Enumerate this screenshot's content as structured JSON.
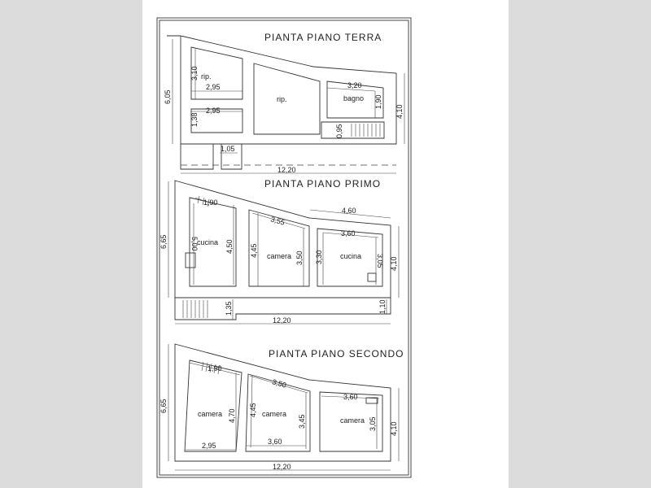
{
  "plans": [
    {
      "title": "PIANTA PIANO TERRA",
      "rooms": [
        "rip.",
        "rip.",
        "bagno"
      ],
      "dims": {
        "d1": "3,10",
        "d2": "2,95",
        "d3": "2,95",
        "d4": "1,38",
        "d5": "3,20",
        "d6": "1,90",
        "d7": "0,95",
        "d8": "1,05",
        "total": "12,20",
        "left": "6,05",
        "right": "4,10"
      }
    },
    {
      "title": "PIANTA PIANO PRIMO",
      "rooms": [
        "cucina",
        "camera",
        "cucina"
      ],
      "dims": {
        "d1": "1,90",
        "d2": "5,00",
        "d3": "4,50",
        "d4": "3,55",
        "d5": "4,45",
        "d6": "3,50",
        "d7": "4,60",
        "d8": "3,60",
        "d9": "3,30",
        "d10": "3,05",
        "d11": "1,35",
        "d12": "1,10",
        "total": "12,20",
        "left": "6,65",
        "right": "4,10"
      }
    },
    {
      "title": "PIANTA PIANO SECONDO",
      "rooms": [
        "camera",
        "camera",
        "camera"
      ],
      "dims": {
        "d1": "1,90",
        "d2": "4,70",
        "d3": "2,95",
        "d4": "3,50",
        "d5": "4,45",
        "d6": "3,45",
        "d7": "3,60",
        "d8": "3,60",
        "d9": "3,05",
        "total": "12,20",
        "left": "6,65",
        "right": "4,10"
      }
    }
  ]
}
